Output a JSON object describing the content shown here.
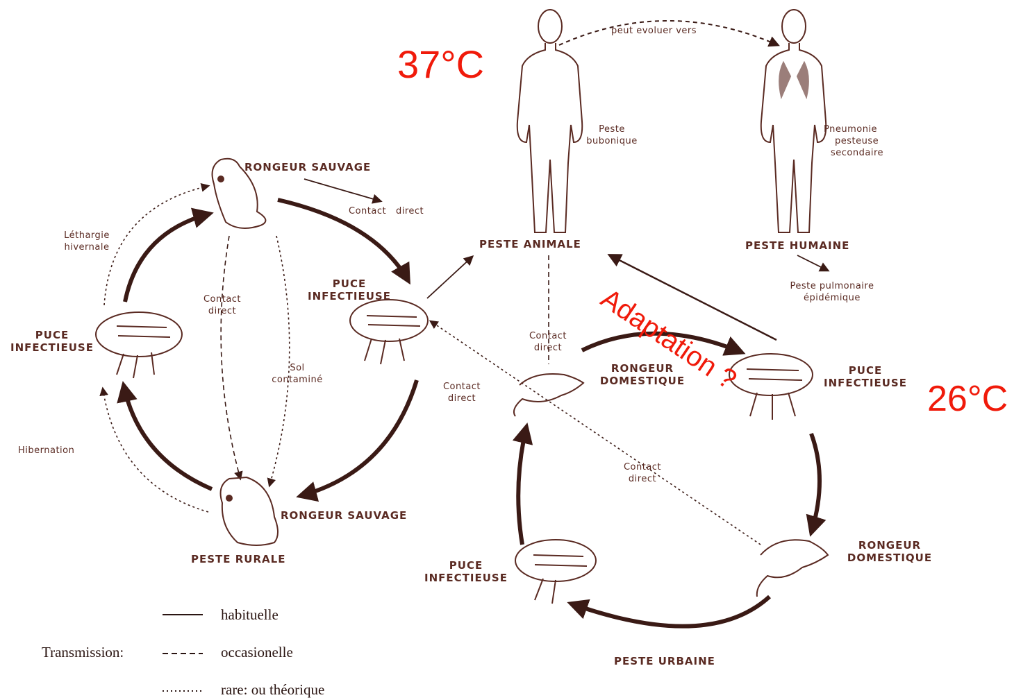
{
  "annotations": {
    "temp_high": "37°C",
    "temp_low": "26°C",
    "adaptation": "Adaptation ?"
  },
  "top": {
    "arc_label": "peut evoluer vers",
    "bubonic": [
      "Peste",
      "bubonique"
    ],
    "pneumonia": [
      "Pneumonie",
      "pesteuse",
      "secondaire"
    ],
    "animal_plague": "PESTE ANIMALE",
    "human_plague": "PESTE HUMAINE",
    "epidemic": [
      "Peste pulmonaire",
      "épidémique"
    ]
  },
  "rural": {
    "wild_rodent_top": "RONGEUR SAUVAGE",
    "wild_rodent_bottom": "RONGEUR SAUVAGE",
    "title": "PESTE RURALE",
    "flea_left": [
      "PUCE",
      "INFECTIEUSE"
    ],
    "flea_right": [
      "PUCE",
      "INFECTIEUSE"
    ],
    "lethargy": [
      "Léthargie",
      "hivernale"
    ],
    "hibernation": "Hibernation",
    "contact_center": [
      "Contact",
      "direct"
    ],
    "soil": [
      "Sol",
      "contaminé"
    ],
    "contact_right": [
      "Contact",
      "direct"
    ],
    "contact_top": "Contact   direct"
  },
  "urban": {
    "contact_vertical": [
      "Contact",
      "direct"
    ],
    "domestic_rodent_top": [
      "RONGEUR",
      "DOMESTIQUE"
    ],
    "flea_right": [
      "PUCE",
      "INFECTIEUSE"
    ],
    "contact_diag": [
      "Contact",
      "direct"
    ],
    "domestic_rodent_bottom": [
      "RONGEUR",
      "DOMESTIQUE"
    ],
    "flea_left": [
      "PUCE",
      "INFECTIEUSE"
    ],
    "title": "PESTE URBAINE"
  },
  "legend": {
    "prefix": "Transmission:",
    "habitual": "habituelle",
    "occasional": "occasionelle",
    "rare": "rare: ou théorique"
  },
  "colors": {
    "ink": "#5a2a22",
    "annotation": "#f01a0a",
    "background": "#ffffff"
  }
}
